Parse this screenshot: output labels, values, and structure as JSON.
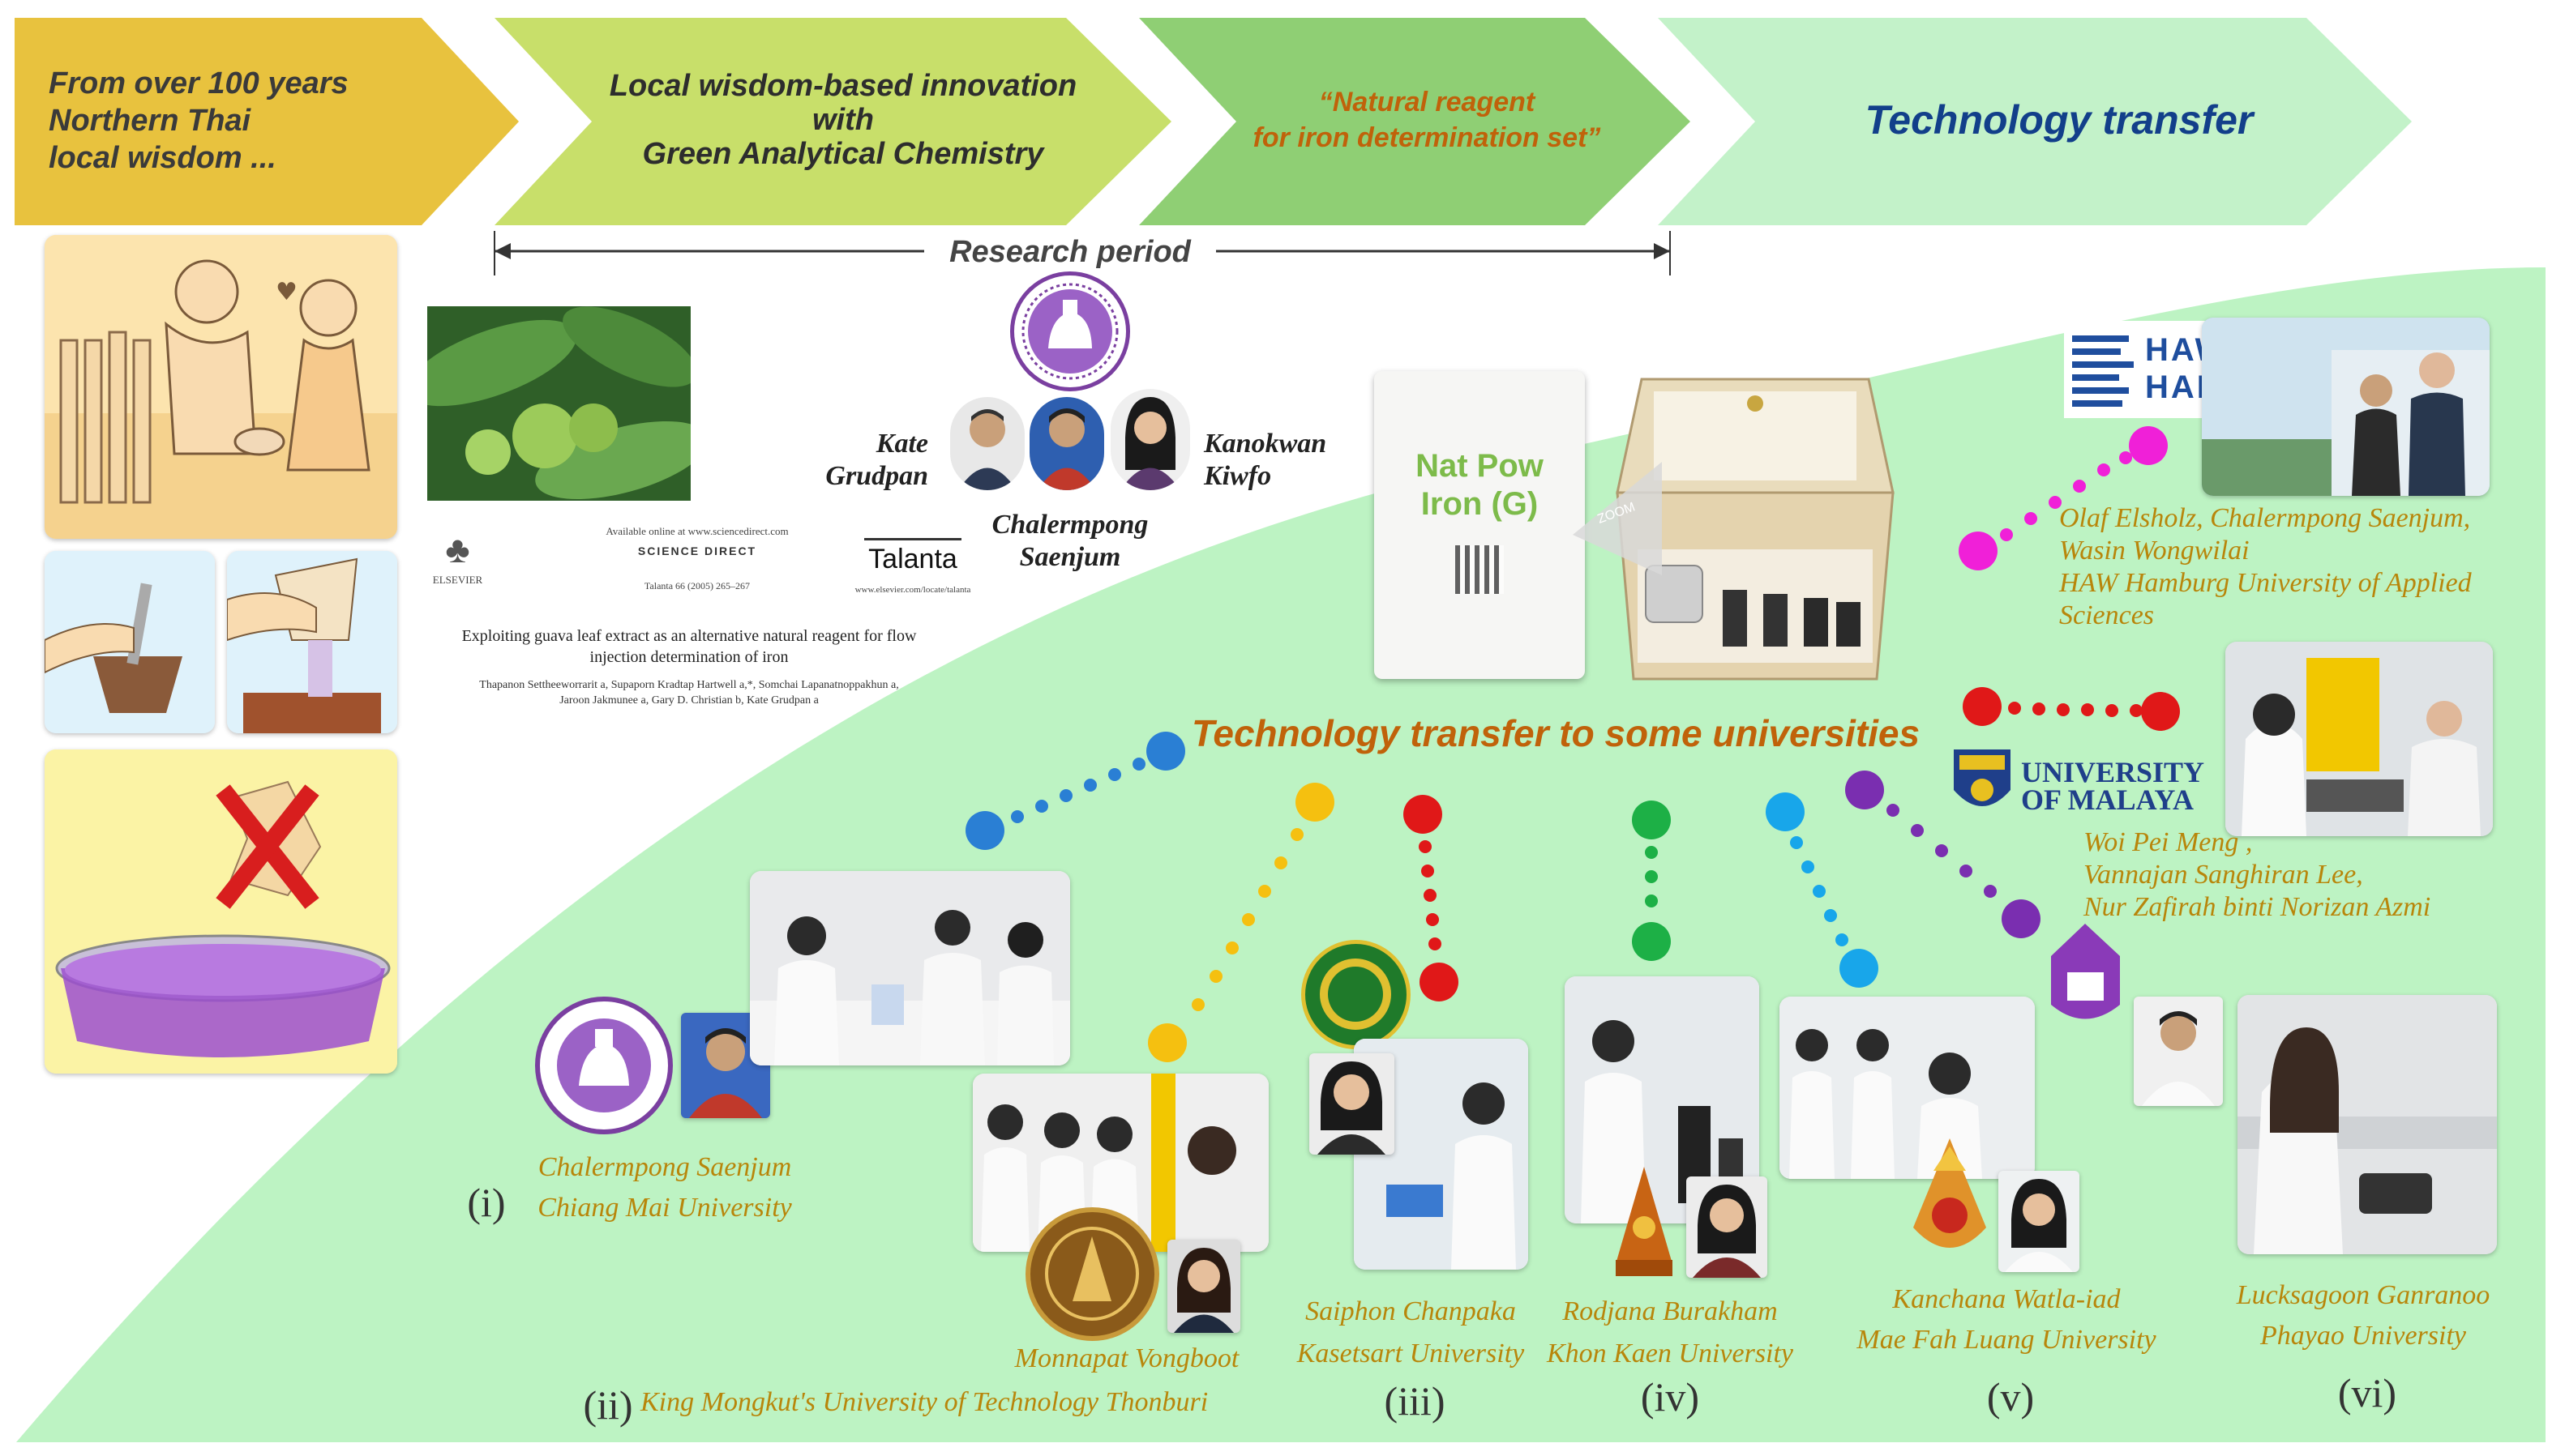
{
  "banners": [
    {
      "text": "From over 100 years\nNorthern Thai\nlocal wisdom ...",
      "color": "#e8c23e",
      "text_color": "#3a3a3a"
    },
    {
      "text": "Local wisdom-based innovation\nwith\nGreen  Analytical Chemistry",
      "color": "#c8df6a",
      "text_color": "#2d2d2d"
    },
    {
      "text": "“Natural reagent\nfor iron determination set”",
      "color": "#8fcf74",
      "text_color": "#c0620a"
    },
    {
      "text": "Technology transfer",
      "color": "#c3f2c9",
      "text_color": "#123f8a"
    }
  ],
  "research_period": "Research period",
  "paper": {
    "available": "Available online at www.sciencedirect.com",
    "publisher_logo": "SCIENCE DIRECT",
    "elsevier": "ELSEVIER",
    "journal_ref": "Talanta 66 (2005) 265–267",
    "journal_url": "www.elsevier.com/locate/talanta",
    "title": "Exploiting guava leaf extract as an alternative natural reagent for flow\ninjection determination of iron",
    "authors": "Thapanon Settheeworrarit a, Supaporn Kradtap Hartwell a,*, Somchai Lapanatnoppakhun a,\nJaroon Jakmunee a, Gary D. Christian b, Kate Grudpan a"
  },
  "journal_name": "Talanta",
  "researchers": {
    "kate": "Kate\nGrudpan",
    "kanokwan": "Kanokwan\nKiwfo",
    "chalermpong": "Chalermpong\nSaenjum"
  },
  "kit": {
    "label_line1": "Nat Pow",
    "label_line2": "Iron (G)",
    "zoom": "ZOOM"
  },
  "transfer_heading": "Technology transfer to some universities",
  "haw": {
    "logo_line1": "HAW",
    "logo_line2": "HAMBURG",
    "people": "Olaf Elsholz, Chalermpong Saenjum,\nWasin Wongwilai\nHAW Hamburg University of Applied\nSciences"
  },
  "malaya": {
    "logo_line1": "UNIVERSITY",
    "logo_line2": "OF MALAYA",
    "people": "Woi Pei Meng ,\nVannajan Sanghiran Lee,\nNur Zafirah binti Norizan Azmi"
  },
  "universities": [
    {
      "numeral": "(i)",
      "person": "Chalermpong Saenjum",
      "university": "Chiang Mai University"
    },
    {
      "numeral": "(ii)",
      "person": "Monnapat Vongboot",
      "university": "King Mongkut's University of Technology Thonburi"
    },
    {
      "numeral": "(iii)",
      "person": "Saiphon Chanpaka",
      "university": "Kasetsart University"
    },
    {
      "numeral": "(iv)",
      "person": "Rodjana Burakham",
      "university": "Khon Kaen University"
    },
    {
      "numeral": "(v)",
      "person": "Kanchana Watla-iad",
      "university": "Mae Fah Luang University"
    },
    {
      "numeral": "(vi)",
      "person": "Lucksagoon Ganranoo",
      "university": "Phayao University"
    }
  ],
  "colors": {
    "green_bg": "#bdf3c3",
    "dot_blue": "#2a7fd4",
    "dot_orange": "#f5c010",
    "dot_red": "#e01818",
    "dot_green": "#1db046",
    "dot_cyan": "#18a6ea",
    "dot_purple": "#7a2eb0",
    "dot_magenta": "#f020d8",
    "heading": "#c0620a",
    "names": "#b8860b"
  }
}
